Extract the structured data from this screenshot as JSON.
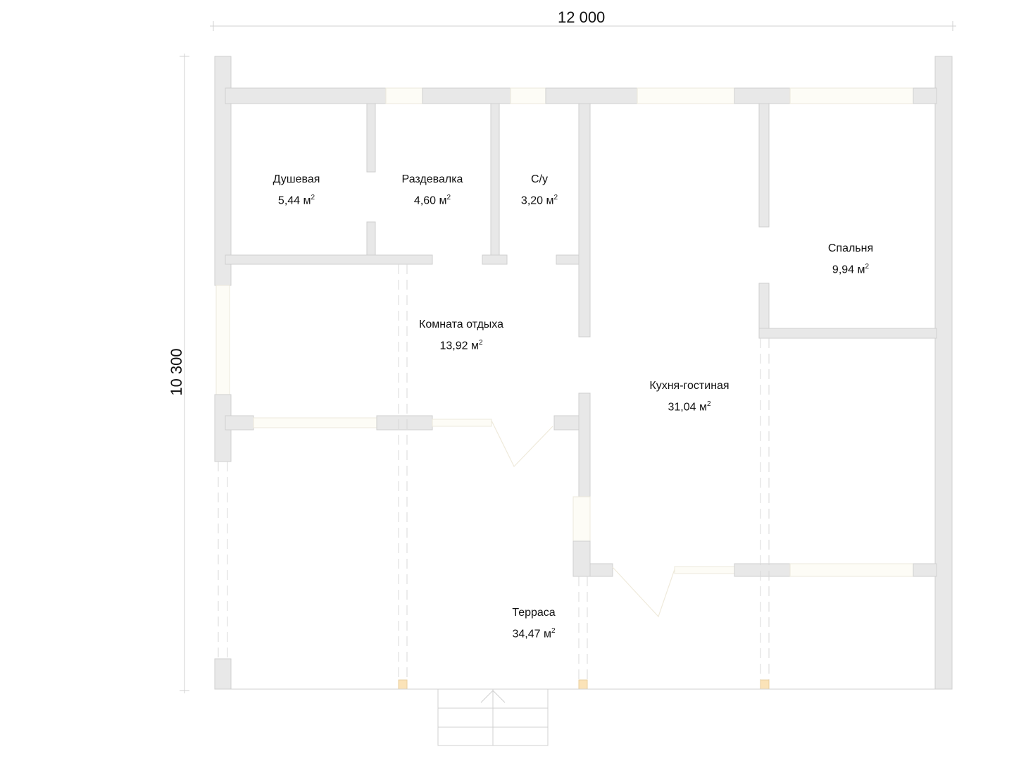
{
  "dimensions": {
    "width": "12 000",
    "height": "10 300"
  },
  "area_unit": "м",
  "area_exp": "2",
  "rooms": [
    {
      "name": "Душевая",
      "area": "5,44"
    },
    {
      "name": "Раздевалка",
      "area": "4,60"
    },
    {
      "name": "С/у",
      "area": "3,20"
    },
    {
      "name": "Спальня",
      "area": "9,94"
    },
    {
      "name": "Комната отдыха",
      "area": "13,92"
    },
    {
      "name": "Кухня-гостиная",
      "area": "31,04"
    },
    {
      "name": "Терраса",
      "area": "34,47"
    }
  ]
}
